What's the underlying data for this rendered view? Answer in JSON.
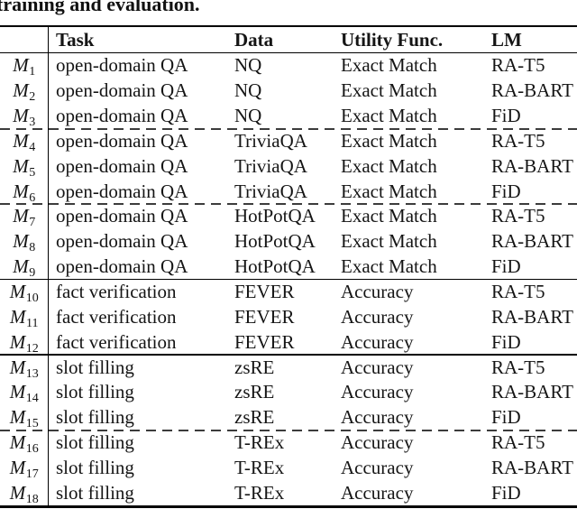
{
  "caption_fragment": "training and evaluation.",
  "table": {
    "model_letter": "M",
    "headers": {
      "model": "",
      "task": "Task",
      "data": "Data",
      "utility": "Utility Func.",
      "lm": "LM"
    },
    "rows": [
      {
        "sub": "1",
        "task": "open-domain QA",
        "data": "NQ",
        "utility": "Exact Match",
        "lm": "RA-T5",
        "rule_after": null
      },
      {
        "sub": "2",
        "task": "open-domain QA",
        "data": "NQ",
        "utility": "Exact Match",
        "lm": "RA-BART",
        "rule_after": null
      },
      {
        "sub": "3",
        "task": "open-domain QA",
        "data": "NQ",
        "utility": "Exact Match",
        "lm": "FiD",
        "rule_after": "dashed"
      },
      {
        "sub": "4",
        "task": "open-domain QA",
        "data": "TriviaQA",
        "utility": "Exact Match",
        "lm": "RA-T5",
        "rule_after": null
      },
      {
        "sub": "5",
        "task": "open-domain QA",
        "data": "TriviaQA",
        "utility": "Exact Match",
        "lm": "RA-BART",
        "rule_after": null
      },
      {
        "sub": "6",
        "task": "open-domain QA",
        "data": "TriviaQA",
        "utility": "Exact Match",
        "lm": "FiD",
        "rule_after": "dashed"
      },
      {
        "sub": "7",
        "task": "open-domain QA",
        "data": "HotPotQA",
        "utility": "Exact Match",
        "lm": "RA-T5",
        "rule_after": null
      },
      {
        "sub": "8",
        "task": "open-domain QA",
        "data": "HotPotQA",
        "utility": "Exact Match",
        "lm": "RA-BART",
        "rule_after": null
      },
      {
        "sub": "9",
        "task": "open-domain QA",
        "data": "HotPotQA",
        "utility": "Exact Match",
        "lm": "FiD",
        "rule_after": "solid"
      },
      {
        "sub": "10",
        "task": "fact verification",
        "data": "FEVER",
        "utility": "Accuracy",
        "lm": "RA-T5",
        "rule_after": null
      },
      {
        "sub": "11",
        "task": "fact verification",
        "data": "FEVER",
        "utility": "Accuracy",
        "lm": "RA-BART",
        "rule_after": null
      },
      {
        "sub": "12",
        "task": "fact verification",
        "data": "FEVER",
        "utility": "Accuracy",
        "lm": "FiD",
        "rule_after": "solid"
      },
      {
        "sub": "13",
        "task": "slot filling",
        "data": "zsRE",
        "utility": "Accuracy",
        "lm": "RA-T5",
        "rule_after": null
      },
      {
        "sub": "14",
        "task": "slot filling",
        "data": "zsRE",
        "utility": "Accuracy",
        "lm": "RA-BART",
        "rule_after": null
      },
      {
        "sub": "15",
        "task": "slot filling",
        "data": "zsRE",
        "utility": "Accuracy",
        "lm": "FiD",
        "rule_after": "dashed"
      },
      {
        "sub": "16",
        "task": "slot filling",
        "data": "T-REx",
        "utility": "Accuracy",
        "lm": "RA-T5",
        "rule_after": null
      },
      {
        "sub": "17",
        "task": "slot filling",
        "data": "T-REx",
        "utility": "Accuracy",
        "lm": "RA-BART",
        "rule_after": null
      },
      {
        "sub": "18",
        "task": "slot filling",
        "data": "T-REx",
        "utility": "Accuracy",
        "lm": "FiD",
        "rule_after": null
      }
    ]
  }
}
